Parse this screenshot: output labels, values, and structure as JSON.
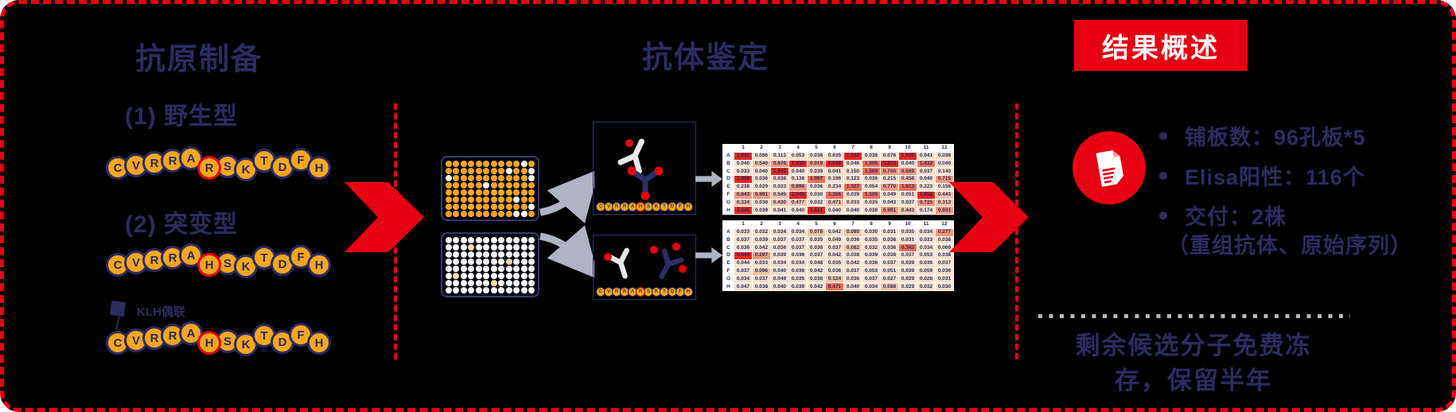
{
  "colors": {
    "accent_red": "#E60012",
    "navy_text": "#2B2C5F",
    "table_text": "#1D2A66",
    "well_orange": "#F7A61F",
    "well_white": "#FFFFFF",
    "well_cream": "#F3D9A6",
    "arrow_gray": "#AEB4C4",
    "heat_deep": "#E8251C",
    "heat_mid": "#EF7055",
    "heat_salmon": "#F4997B",
    "heat_lightmid": "#F7C3A6",
    "heat_light": "#FBDFCA"
  },
  "left": {
    "title": "抗原制备",
    "items": [
      {
        "label": "(1)  野生型",
        "sequence": [
          "C",
          "V",
          "R",
          "R",
          "A",
          "R",
          "S",
          "K",
          "T",
          "D",
          "F",
          "H"
        ],
        "highlight_index": 5
      },
      {
        "label": "(2)  突变型",
        "sequence": [
          "C",
          "V",
          "R",
          "R",
          "A",
          "H",
          "S",
          "K",
          "T",
          "D",
          "F",
          "H"
        ],
        "highlight_index": 5
      }
    ],
    "klh": {
      "label": "KLH偶联",
      "sequence": [
        "C",
        "V",
        "R",
        "R",
        "A",
        "H",
        "S",
        "K",
        "T",
        "D",
        "F",
        "H"
      ],
      "highlight_index": 5
    }
  },
  "middle": {
    "title": "抗体鉴定",
    "plates": [
      {
        "rows": 8,
        "cols": 12,
        "base": "orange",
        "special": "white",
        "special_wells": [
          [
            0,
            10
          ],
          [
            1,
            8
          ],
          [
            1,
            11
          ],
          [
            2,
            0
          ],
          [
            2,
            11
          ],
          [
            3,
            5
          ],
          [
            5,
            9
          ],
          [
            6,
            11
          ],
          [
            7,
            9
          ],
          [
            7,
            10
          ]
        ]
      },
      {
        "rows": 8,
        "cols": 12,
        "base": "white",
        "special": "cream",
        "special_wells": [
          [
            1,
            3
          ],
          [
            3,
            8
          ],
          [
            5,
            1
          ],
          [
            6,
            6
          ]
        ]
      }
    ],
    "elisa_boxes": [
      {
        "sequence": [
          "C",
          "V",
          "R",
          "R",
          "A",
          "H",
          "S",
          "K",
          "T",
          "D",
          "F",
          "H"
        ],
        "highlight_index": 5
      },
      {
        "sequence": [
          "C",
          "V",
          "R",
          "R",
          "A",
          "R",
          "S",
          "K",
          "T",
          "D",
          "F",
          "H"
        ],
        "highlight_index": 5
      }
    ],
    "tables": [
      {
        "columns": [
          "1",
          "2",
          "3",
          "4",
          "5",
          "6",
          "7",
          "8",
          "9",
          "10",
          "11",
          "12"
        ],
        "row_labels": [
          "A",
          "B",
          "C",
          "D",
          "E",
          "F",
          "G",
          "H"
        ],
        "values": [
          [
            1.822,
            0.086,
            0.113,
            0.053,
            0.038,
            0.035,
            1.935,
            0.036,
            0.076,
            1.939,
            0.041,
            0.038
          ],
          [
            0.04,
            0.54,
            0.676,
            1.939,
            0.919,
            2.048,
            0.046,
            1.505,
            1.833,
            0.04,
            1.432,
            0.04
          ],
          [
            0.033,
            0.04,
            1.833,
            0.04,
            0.039,
            0.041,
            0.15,
            1.569,
            0.7,
            0.669,
            0.037,
            0.14
          ],
          [
            1.858,
            0.036,
            0.038,
            0.138,
            1.067,
            0.196,
            0.123,
            0.036,
            0.215,
            0.458,
            0.04,
            0.715
          ],
          [
            0.238,
            0.029,
            0.033,
            0.896,
            0.036,
            0.234,
            1.327,
            0.054,
            0.77,
            1.613,
            0.223,
            0.156
          ],
          [
            0.843,
            0.991,
            0.545,
            2.048,
            0.03,
            1.356,
            0.039,
            1.105,
            0.049,
            0.051,
            1.858,
            0.443
          ],
          [
            0.334,
            0.038,
            0.43,
            0.477,
            0.032,
            0.471,
            0.033,
            0.035,
            0.043,
            0.037,
            0.725,
            0.313
          ],
          [
            2.045,
            0.039,
            0.041,
            0.04,
            1.921,
            0.04,
            0.04,
            0.038,
            0.991,
            0.443,
            0.174,
            0.931
          ]
        ]
      },
      {
        "columns": [
          "1",
          "2",
          "3",
          "4",
          "5",
          "6",
          "7",
          "8",
          "9",
          "10",
          "11",
          "12"
        ],
        "row_labels": [
          "A",
          "B",
          "C",
          "D",
          "E",
          "F",
          "G",
          "H"
        ],
        "values": [
          [
            0.033,
            0.032,
            0.034,
            0.034,
            0.078,
            0.042,
            0.08,
            0.03,
            0.031,
            0.035,
            0.034,
            0.277
          ],
          [
            0.037,
            0.039,
            0.037,
            0.037,
            0.035,
            0.049,
            0.036,
            0.035,
            0.036,
            0.031,
            0.033,
            0.038
          ],
          [
            0.036,
            0.042,
            0.036,
            0.037,
            0.036,
            0.037,
            0.082,
            0.032,
            0.036,
            0.342,
            0.034,
            0.069
          ],
          [
            0.64,
            0.297,
            0.039,
            0.036,
            0.037,
            0.042,
            0.038,
            0.039,
            0.038,
            0.037,
            0.053,
            0.038
          ],
          [
            0.044,
            0.033,
            0.034,
            0.034,
            0.048,
            0.035,
            0.042,
            0.036,
            0.037,
            0.039,
            0.036,
            0.037
          ],
          [
            0.037,
            0.096,
            0.04,
            0.036,
            0.042,
            0.036,
            0.037,
            0.053,
            0.051,
            0.039,
            0.059,
            0.036
          ],
          [
            0.034,
            0.037,
            0.049,
            0.035,
            0.038,
            0.124,
            0.036,
            0.037,
            0.027,
            0.029,
            0.028,
            0.031
          ],
          [
            0.047,
            0.038,
            0.04,
            0.039,
            0.042,
            0.471,
            0.04,
            0.034,
            0.088,
            0.029,
            0.032,
            0.03
          ]
        ]
      }
    ]
  },
  "right": {
    "title": "结果概述",
    "icon": "document-icon",
    "bullets": [
      "铺板数：96孔板*5",
      "Elisa阳性：116个",
      "交付：2株"
    ],
    "bullet_note": "（重组抗体、原始序列）",
    "footer_lines": [
      "剩余候选分子免费冻",
      "存，保留半年"
    ]
  }
}
